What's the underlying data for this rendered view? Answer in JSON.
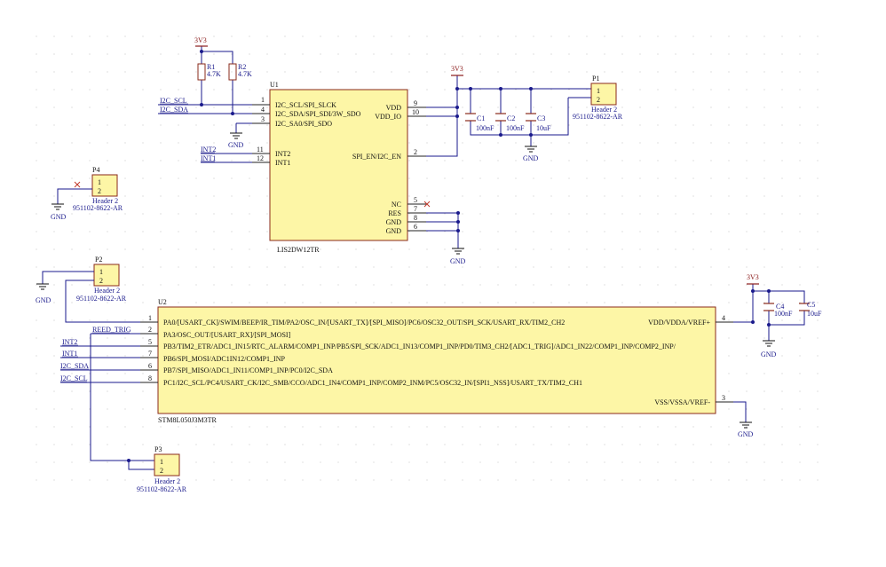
{
  "u1": {
    "designator": "U1",
    "part": "LIS2DW12TR",
    "left_pins": [
      {
        "num": "1",
        "name": "I2C_SCL/SPI_SLCK"
      },
      {
        "num": "4",
        "name": "I2C_SDA/SPI_SDI/3W_SDO"
      },
      {
        "num": "3",
        "name": "I2C_SA0/SPI_SDO"
      },
      {
        "num": "11",
        "name": "INT2"
      },
      {
        "num": "12",
        "name": "INT1"
      }
    ],
    "right_pins": [
      {
        "num": "9",
        "name": "VDD"
      },
      {
        "num": "10",
        "name": "VDD_IO"
      },
      {
        "num": "2",
        "name": "SPI_EN/I2C_EN"
      },
      {
        "num": "5",
        "name": "NC"
      },
      {
        "num": "7",
        "name": "RES"
      },
      {
        "num": "8",
        "name": "GND"
      },
      {
        "num": "6",
        "name": "GND"
      }
    ]
  },
  "u2": {
    "designator": "U2",
    "part": "STM8L050J3M3TR",
    "left_pins": [
      {
        "num": "1",
        "name": "PA0/[USART_CK]/SWIM/BEEP/IR_TIM/PA2/OSC_IN/[USART_TX]/[SPI_MISO]/PC6/OSC32_OUT/SPI_SCK/USART_RX/TIM2_CH2"
      },
      {
        "num": "2",
        "name": "PA3/OSC_OUT/[USART_RX]/[SPI_MOSI]"
      },
      {
        "num": "5",
        "name": "PB3/TIM2_ETR/ADC1_IN15/RTC_ALARM/COMP1_INP/PB5/SPI_SCK/ADC1_IN13/COMP1_INP/PD0/TIM3_CH2/[ADC1_TRIG]/ADC1_IN22/COMP1_INP/COMP2_INP/"
      },
      {
        "num": "7",
        "name": "PB6/SPI_MOSI/ADC1IN12/COMP1_INP"
      },
      {
        "num": "6",
        "name": "PB7/SPI_MISO/ADC1_IN11/COMP1_INP/PC0/I2C_SDA"
      },
      {
        "num": "8",
        "name": "PC1/I2C_SCL/PC4/USART_CK/I2C_SMB/CCO/ADC1_IN4/COMP1_INP/COMP2_INM/PC5/OSC32_IN/[SPI1_NSS]/USART_TX/TIM2_CH1"
      }
    ],
    "right_pins": [
      {
        "num": "4",
        "name": "VDD/VDDA/VREF+"
      },
      {
        "num": "3",
        "name": "VSS/VSSA/VREF-"
      }
    ]
  },
  "headers": {
    "p1": {
      "designator": "P1",
      "type": "Header 2",
      "mpn": "951102-8622-AR",
      "pins": [
        "1",
        "2"
      ]
    },
    "p2": {
      "designator": "P2",
      "type": "Header 2",
      "mpn": "951102-8622-AR",
      "pins": [
        "1",
        "2"
      ]
    },
    "p3": {
      "designator": "P3",
      "type": "Header 2",
      "mpn": "951102-8622-AR",
      "pins": [
        "1",
        "2"
      ]
    },
    "p4": {
      "designator": "P4",
      "type": "Header 2",
      "mpn": "951102-8622-AR",
      "pins": [
        "1",
        "2"
      ]
    }
  },
  "passives": {
    "r1": {
      "designator": "R1",
      "value": "4.7K"
    },
    "r2": {
      "designator": "R2",
      "value": "4.7K"
    },
    "c1": {
      "designator": "C1",
      "value": "100nF"
    },
    "c2": {
      "designator": "C2",
      "value": "100nF"
    },
    "c3": {
      "designator": "C3",
      "value": "10uF"
    },
    "c4": {
      "designator": "C4",
      "value": "100nF"
    },
    "c5": {
      "designator": "C5",
      "value": "10uF"
    }
  },
  "power": {
    "vcc": "3V3",
    "gnd": "GND"
  },
  "nets": {
    "i2c_scl": "I2C_SCL",
    "i2c_sda": "I2C_SDA",
    "int1": "INT1",
    "int2": "INT2",
    "reed_trig": "REED_TRIG"
  },
  "colors": {
    "wire": "#1a1a8c",
    "component_body": "#fdf6a6",
    "component_border": "#8a2a1a",
    "power_label": "#8a1a1a",
    "net_label": "#1a1a8c"
  }
}
